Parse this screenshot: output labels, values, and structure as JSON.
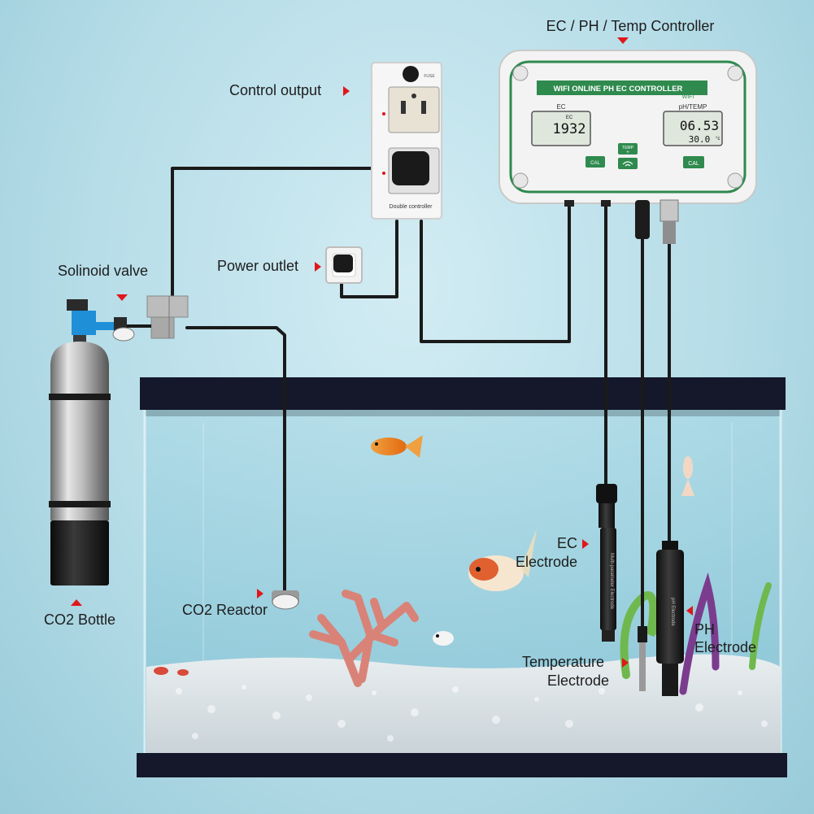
{
  "labels": {
    "controller_title": "EC / PH / Temp Controller",
    "control_output": "Control output",
    "power_outlet": "Power outlet",
    "solenoid_valve": "Solinoid valve",
    "co2_bottle": "CO2 Bottle",
    "co2_reactor": "CO2 Reactor",
    "ec_electrode_line1": "EC",
    "ec_electrode_line2": "Electrode",
    "temp_electrode_line1": "Temperature",
    "temp_electrode_line2": "Electrode",
    "ph_electrode_line1": "PH",
    "ph_electrode_line2": "Electrode"
  },
  "controller": {
    "model_text": "WIFI ONLINE PH EC CONTROLLER",
    "wifi_text": "WIFI",
    "ec_label": "EC",
    "ec_value": "1932",
    "ec_unit": "EC",
    "ph_label": "pH/TEMP",
    "ph_value": "06.53",
    "temp_value": "30.0",
    "temp_unit": "°c",
    "cal_left": "CAL",
    "temp_button": "TEMP",
    "temp_plus": "+",
    "cal_right": "CAL"
  },
  "double_controller": {
    "name": "Double controller",
    "fuse": "FUSE"
  },
  "electrodes": {
    "ec_text": "Multi-parameter Electrode",
    "ph_text": "pH Electrode"
  },
  "colors": {
    "accent_arrow": "#e0161b",
    "controller_green": "#2f8a4e",
    "lcd_bg": "#dfe6dc",
    "cable": "#1a1a1a",
    "solenoid_blue": "#1f8fd8"
  }
}
